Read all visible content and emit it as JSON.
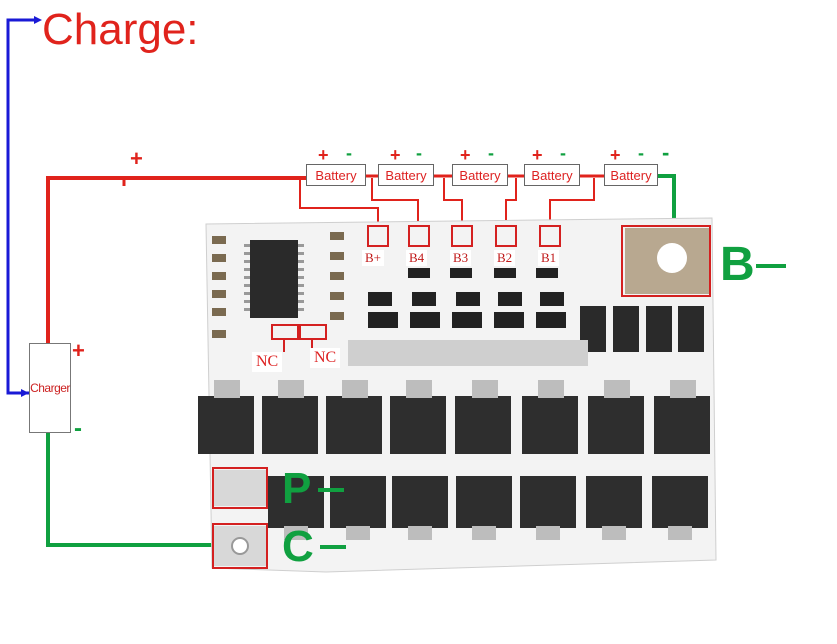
{
  "title": "Charge:",
  "batteries": [
    {
      "label": "Battery"
    },
    {
      "label": "Battery"
    },
    {
      "label": "Battery"
    },
    {
      "label": "Battery"
    },
    {
      "label": "Battery"
    }
  ],
  "battery_polarity": {
    "plus": "+",
    "minus": "-"
  },
  "main_plus": "+",
  "board_pins": [
    "B+",
    "B4",
    "B3",
    "B2",
    "B1"
  ],
  "nc_labels": [
    "NC",
    "NC"
  ],
  "charger": {
    "label": "Charger",
    "plus": "+",
    "minus": "-"
  },
  "terminals": {
    "b_minus": "B",
    "p_minus": "P",
    "c_minus": "C"
  },
  "colors": {
    "positive_wire": "#e0231c",
    "negative_wire": "#10a040",
    "charge_arrow": "#1a1ad6",
    "highlight": "#d42020"
  }
}
